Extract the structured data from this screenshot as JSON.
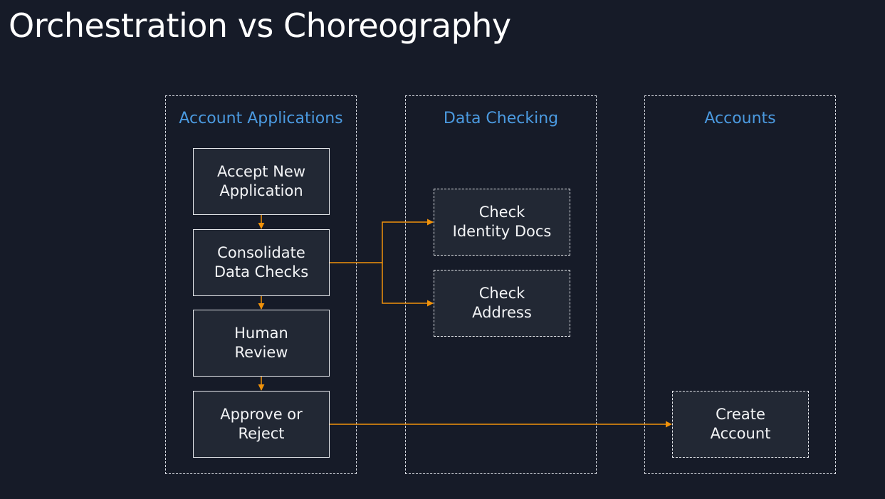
{
  "title": "Orchestration vs Choreography",
  "lanes": [
    {
      "label": "Account Applications"
    },
    {
      "label": "Data Checking"
    },
    {
      "label": "Accounts"
    }
  ],
  "steps": {
    "accept": "Accept New\nApplication",
    "consolidate": "Consolidate\nData Checks",
    "human_review": "Human\nReview",
    "approve": "Approve or\nReject",
    "check_identity": "Check\nIdentity Docs",
    "check_address": "Check\nAddress",
    "create_account": "Create\nAccount"
  },
  "colors": {
    "background": "#161b28",
    "lane_title": "#4b9ae0",
    "arrow": "#f0920a",
    "box_fill": "#222834"
  }
}
